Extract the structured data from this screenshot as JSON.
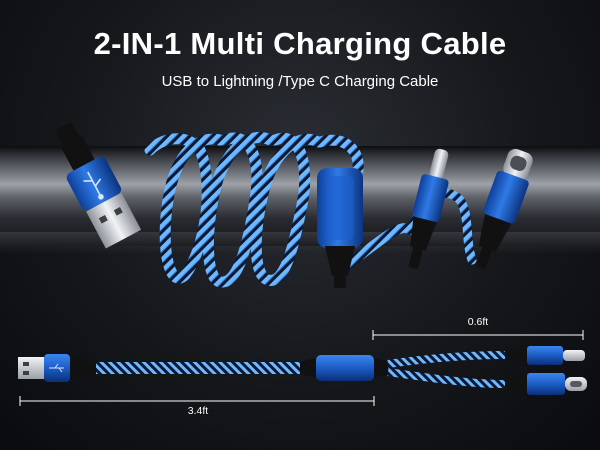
{
  "header": {
    "title": "2-IN-1 Multi Charging Cable",
    "subtitle": "USB to Lightning /Type C Charging Cable"
  },
  "dimensions": {
    "branch_length": "0.6ft",
    "main_length": "3.4ft"
  },
  "colors": {
    "cable_blue": "#1e63c8",
    "braid_light": "#7fc3ff",
    "braid_dark": "#0b1830",
    "background": "#15171b"
  },
  "icons": {
    "usb_logo": "usb-trident-icon"
  }
}
